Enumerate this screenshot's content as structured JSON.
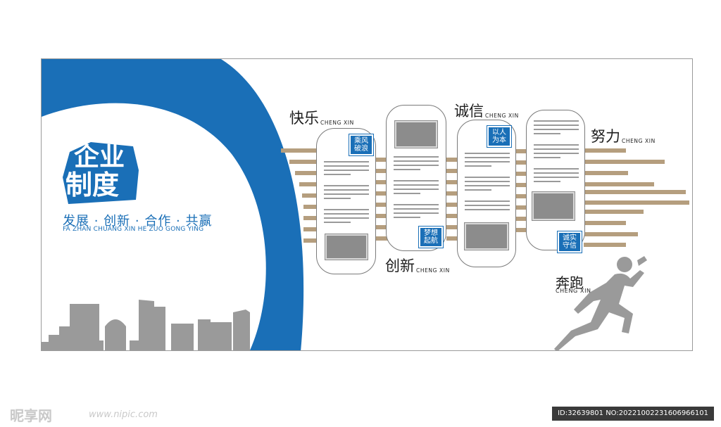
{
  "title": {
    "main_line1": "企业",
    "main_line2": "制度",
    "slogan": "发展 · 创新 · 合作 · 共赢",
    "slogan_pinyin": "FA ZHAN CHUANG XIN HE ZUO GONG YING"
  },
  "headings": [
    {
      "label": "快乐",
      "sub": "CHENG XIN"
    },
    {
      "label": "创新",
      "sub": "CHENG XIN"
    },
    {
      "label": "诚信",
      "sub": "CHENG XIN"
    },
    {
      "label": "努力",
      "sub": "CHENG XIN"
    },
    {
      "label": "奔跑",
      "sub": "CHENG XIN"
    }
  ],
  "badges": [
    "乘风破浪",
    "梦想起航",
    "以人为本",
    "诚实守信"
  ],
  "colors": {
    "accent_blue": "#1a6fb7",
    "bar_tan": "#b59e7e",
    "silhouette_gray": "#9a9a9a",
    "photo_gray": "#8c8c8c"
  },
  "icons": [
    "city-skyline-icon",
    "runner-silhouette-icon"
  ],
  "watermark": {
    "brand": "昵享网",
    "url": "www.nipic.com",
    "id_text": "ID:32639801 NO:20221002231606966101"
  }
}
